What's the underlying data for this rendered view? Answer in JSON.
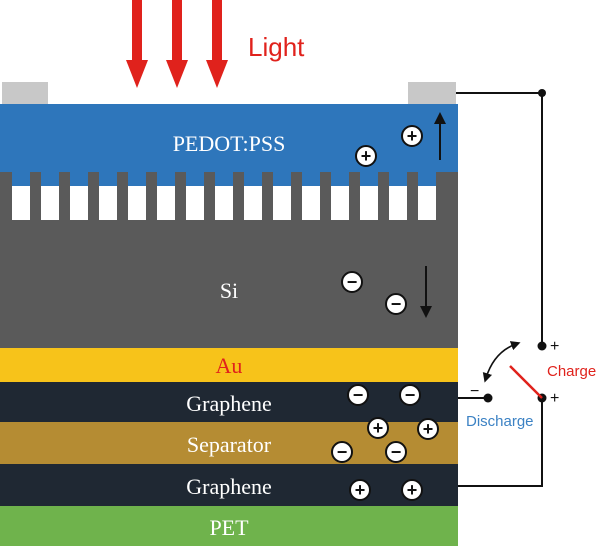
{
  "diagram": {
    "light_label": "Light",
    "layers": {
      "pedot": "PEDOT:PSS",
      "si": "Si",
      "au": "Au",
      "graphene_top": "Graphene",
      "separator": "Separator",
      "graphene_bottom": "Graphene",
      "pet": "PET"
    },
    "circuit": {
      "charge_label": "Charge",
      "discharge_label": "Discharge",
      "plus_sign": "+",
      "minus_sign": "−"
    },
    "charges": {
      "plus": "+",
      "minus": "−"
    },
    "colors": {
      "light_arrow": "#e0221c",
      "light_text": "#e0221c",
      "pedot": "#2e76bb",
      "si": "#5a5a5a",
      "au": "#f7c31a",
      "graphene": "#1f2833",
      "separator": "#b58c33",
      "pet": "#6fb34c",
      "electrode": "#c8c8c8",
      "charge_label": "#e0221c",
      "discharge_label": "#3c82c4",
      "switch": "#e0221c"
    }
  }
}
